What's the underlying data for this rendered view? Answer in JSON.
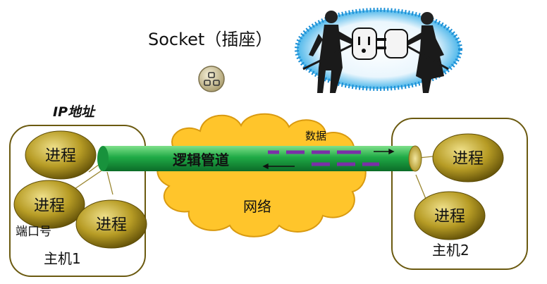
{
  "title": "Socket（插座）",
  "ip_label": "IP地址",
  "pipe_label": "逻辑管道",
  "network_label": "网络",
  "data_label": "数据",
  "port_label": "端口号",
  "host1": {
    "label": "主机1",
    "processes": [
      "进程",
      "进程",
      "进程"
    ]
  },
  "host2": {
    "label": "主机2",
    "processes": [
      "进程",
      "进程"
    ]
  },
  "icons": {
    "socket": "socket-outlet-icon",
    "illustration": "plug-and-socket-people-illustration"
  },
  "colors": {
    "process_fill": "#b8a02a",
    "pipe": "#1faa46",
    "cloud": "#ffc52b",
    "data_dashes": "#7b2fa8",
    "host_border": "#6b5a10"
  }
}
